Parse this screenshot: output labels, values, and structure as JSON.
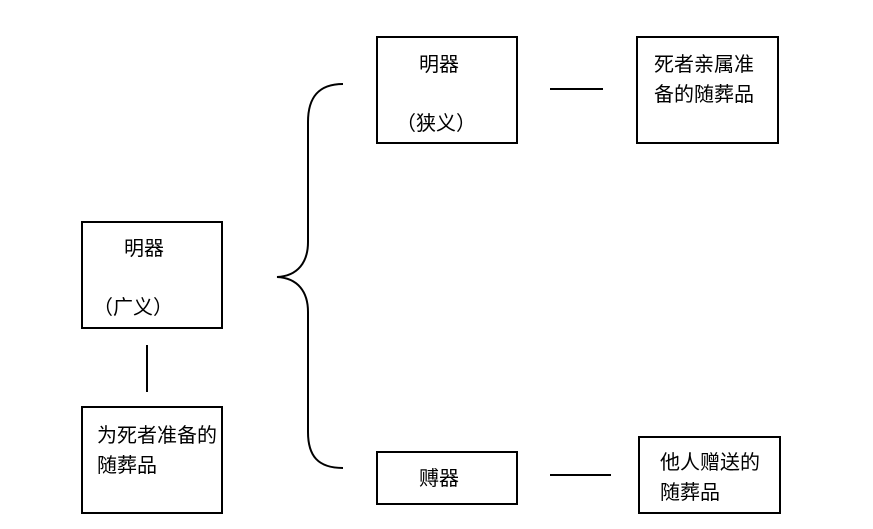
{
  "broad": {
    "title": "明器",
    "qualifier": "（广义）"
  },
  "broad_def": {
    "text": "为死者准备的随葬品"
  },
  "narrow": {
    "title": "明器",
    "qualifier": "（狭义）"
  },
  "narrow_def": {
    "text": "死者亲属准备的随葬品"
  },
  "jiuqi": {
    "title": "赙器"
  },
  "jiuqi_def": {
    "text": "他人赠送的随葬品"
  }
}
